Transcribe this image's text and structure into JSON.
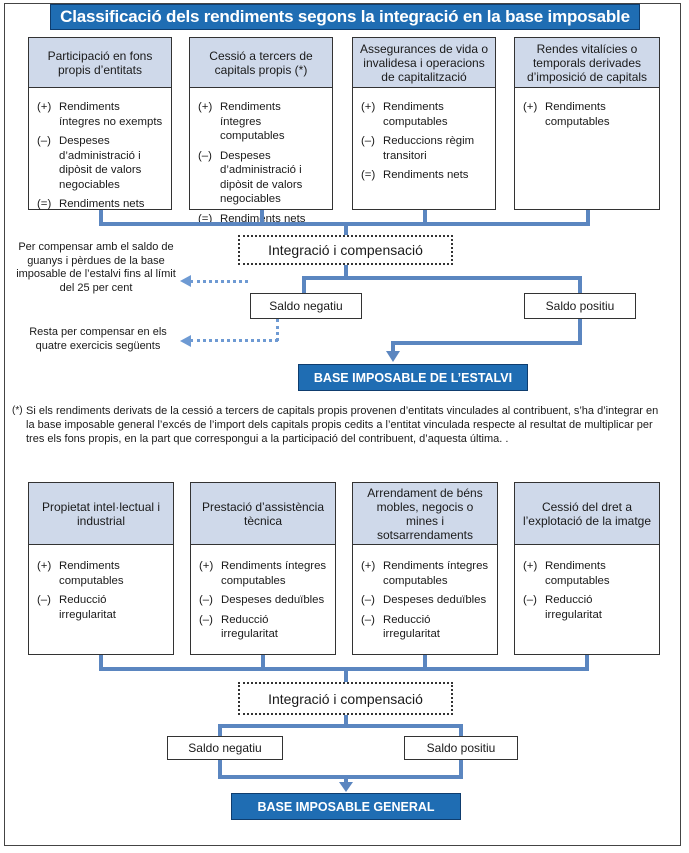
{
  "title": "Classificació dels rendiments segons la integració en la base imposable",
  "top_cards": [
    {
      "heading": "Participació en fons propis d’entitats",
      "items": [
        {
          "sign": "(+)",
          "text": "Rendiments íntegres no exempts"
        },
        {
          "sign": "(–)",
          "text": "Despeses d’administració i dipòsit de valors negociables"
        },
        {
          "sign": "(=)",
          "text": "Rendiments nets"
        }
      ]
    },
    {
      "heading": "Cessió a tercers de capitals propis (*)",
      "items": [
        {
          "sign": "(+)",
          "text": "Rendiments íntegres computables"
        },
        {
          "sign": "(–)",
          "text": "Despeses d’administració i dipòsit de valors negociables"
        },
        {
          "sign": "(=)",
          "text": "Rendiments nets"
        }
      ]
    },
    {
      "heading": "Assegurances de vida o invalidesa i operacions de capitalització",
      "items": [
        {
          "sign": "(+)",
          "text": "Rendiments computables"
        },
        {
          "sign": "(–)",
          "text": "Reduccions règim transitori"
        },
        {
          "sign": "(=)",
          "text": "Rendiments nets"
        }
      ]
    },
    {
      "heading": "Rendes vitalícies o temporals derivades d’imposició de capitals",
      "items": [
        {
          "sign": "(+)",
          "text": "Rendiments computables"
        }
      ]
    }
  ],
  "top_flow": {
    "integration": "Integració i compensació",
    "negative": "Saldo negatiu",
    "positive": "Saldo positiu",
    "result": "BASE IMPOSABLE DE L’ESTALVI",
    "note_compensate": "Per compensar amb el saldo de guanys i pèrdues de la base imposable de l’estalvi fins al límit del 25 per cent",
    "note_remaining": "Resta per compensar en els quatre exercicis següents"
  },
  "footnote": {
    "mark": "(*)",
    "text": "Si els rendiments derivats de la cessió a tercers de capitals propis provenen d’entitats vinculades al contribuent, s’ha d’integrar en la base imposable general l’excés de l’import dels capitals propis cedits a l’entitat vinculada respecte al resultat de multiplicar per tres els fons propis, en la part que correspongui a la participació del contribuent, d’aquesta última. ."
  },
  "bottom_cards": [
    {
      "heading": "Propietat intel·lectual i industrial",
      "items": [
        {
          "sign": "(+)",
          "text": "Rendiments computables"
        },
        {
          "sign": "(–)",
          "text": "Reducció irregularitat"
        }
      ]
    },
    {
      "heading": "Prestació d’assistència tècnica",
      "items": [
        {
          "sign": "(+)",
          "text": "Rendiments íntegres computables"
        },
        {
          "sign": "(–)",
          "text": "Despeses deduïbles"
        },
        {
          "sign": "(–)",
          "text": "Reducció irregularitat"
        }
      ]
    },
    {
      "heading": "Arrendament de béns mobles, negocis o mines i sotsarrendaments",
      "items": [
        {
          "sign": "(+)",
          "text": "Rendiments íntegres computables"
        },
        {
          "sign": "(–)",
          "text": "Despeses deduïbles"
        },
        {
          "sign": "(–)",
          "text": "Reducció irregularitat"
        }
      ]
    },
    {
      "heading": "Cessió del dret a l’explotació de la imatge",
      "items": [
        {
          "sign": "(+)",
          "text": "Rendiments computables"
        },
        {
          "sign": "(–)",
          "text": "Reducció irregularitat"
        }
      ]
    }
  ],
  "bottom_flow": {
    "integration": "Integració i compensació",
    "negative": "Saldo negatiu",
    "positive": "Saldo positiu",
    "result": "BASE IMPOSABLE GENERAL"
  },
  "colors": {
    "accent": "#1f6db3",
    "header_fill": "#cfd9ea",
    "connector": "#5b86c0"
  }
}
